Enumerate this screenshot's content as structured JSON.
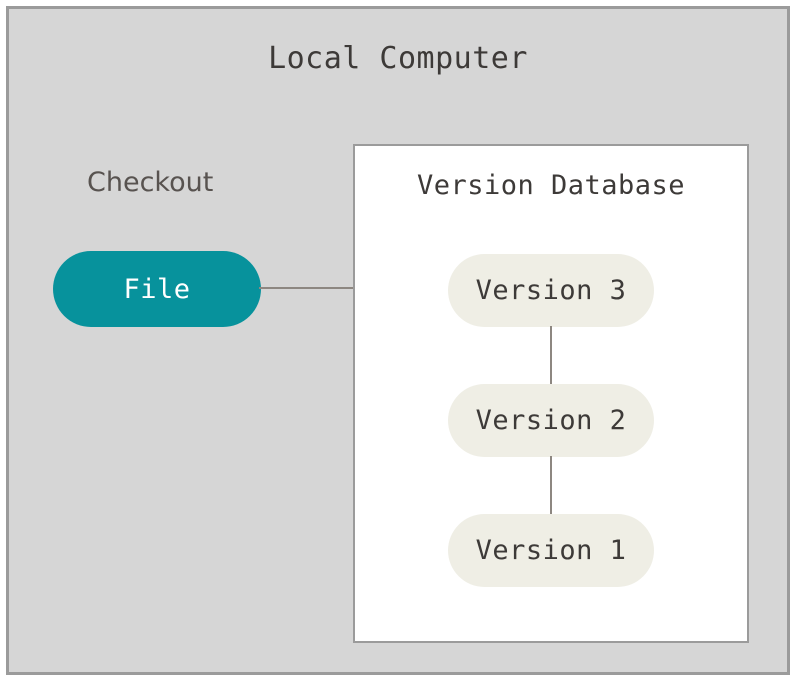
{
  "diagram": {
    "title": "Local Computer",
    "checkout_label": "Checkout",
    "file_node": {
      "label": "File",
      "color": "#07929c",
      "text_color": "#ffffff"
    },
    "version_database": {
      "title": "Version Database",
      "background": "#ffffff",
      "border_color": "#9b9b9b",
      "versions": [
        {
          "label": "Version 3"
        },
        {
          "label": "Version 2"
        },
        {
          "label": "Version 1"
        }
      ],
      "node_color": "#efeee5"
    },
    "connectors": {
      "file_to_version3": "horizontal-line",
      "version3_to_version2": "vertical-line",
      "version2_to_version1": "vertical-line",
      "line_color": "#8d8781"
    },
    "canvas": {
      "background": "#d6d6d6",
      "border_color": "#9b9b9b"
    }
  }
}
